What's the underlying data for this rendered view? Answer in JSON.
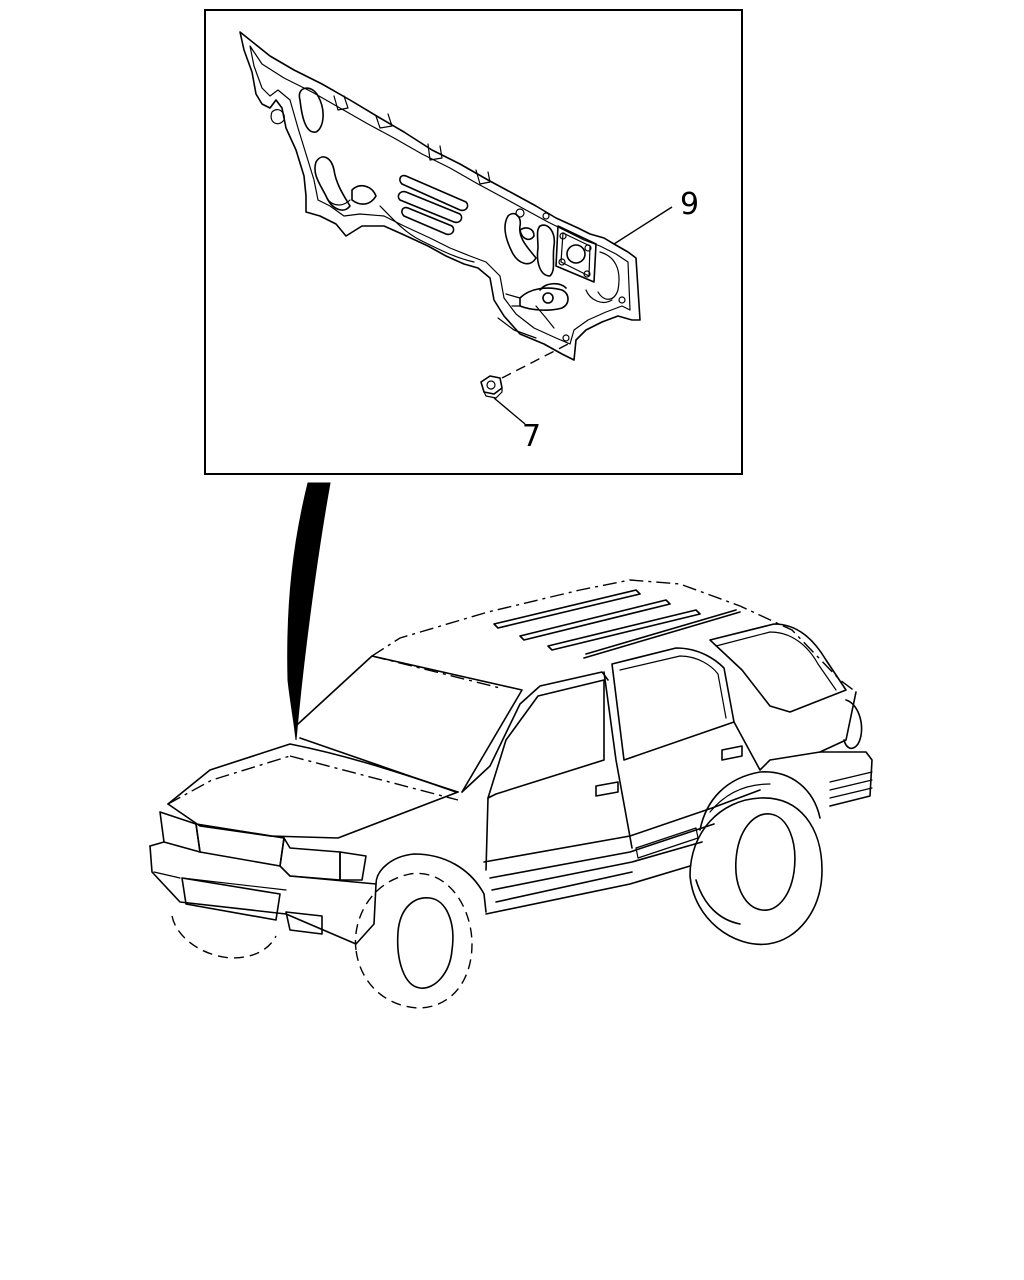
{
  "diagram": {
    "callouts": [
      {
        "id": "part-9",
        "label": "9"
      },
      {
        "id": "part-7",
        "label": "7"
      }
    ],
    "colors": {
      "line": "#000000",
      "background": "#ffffff"
    }
  }
}
